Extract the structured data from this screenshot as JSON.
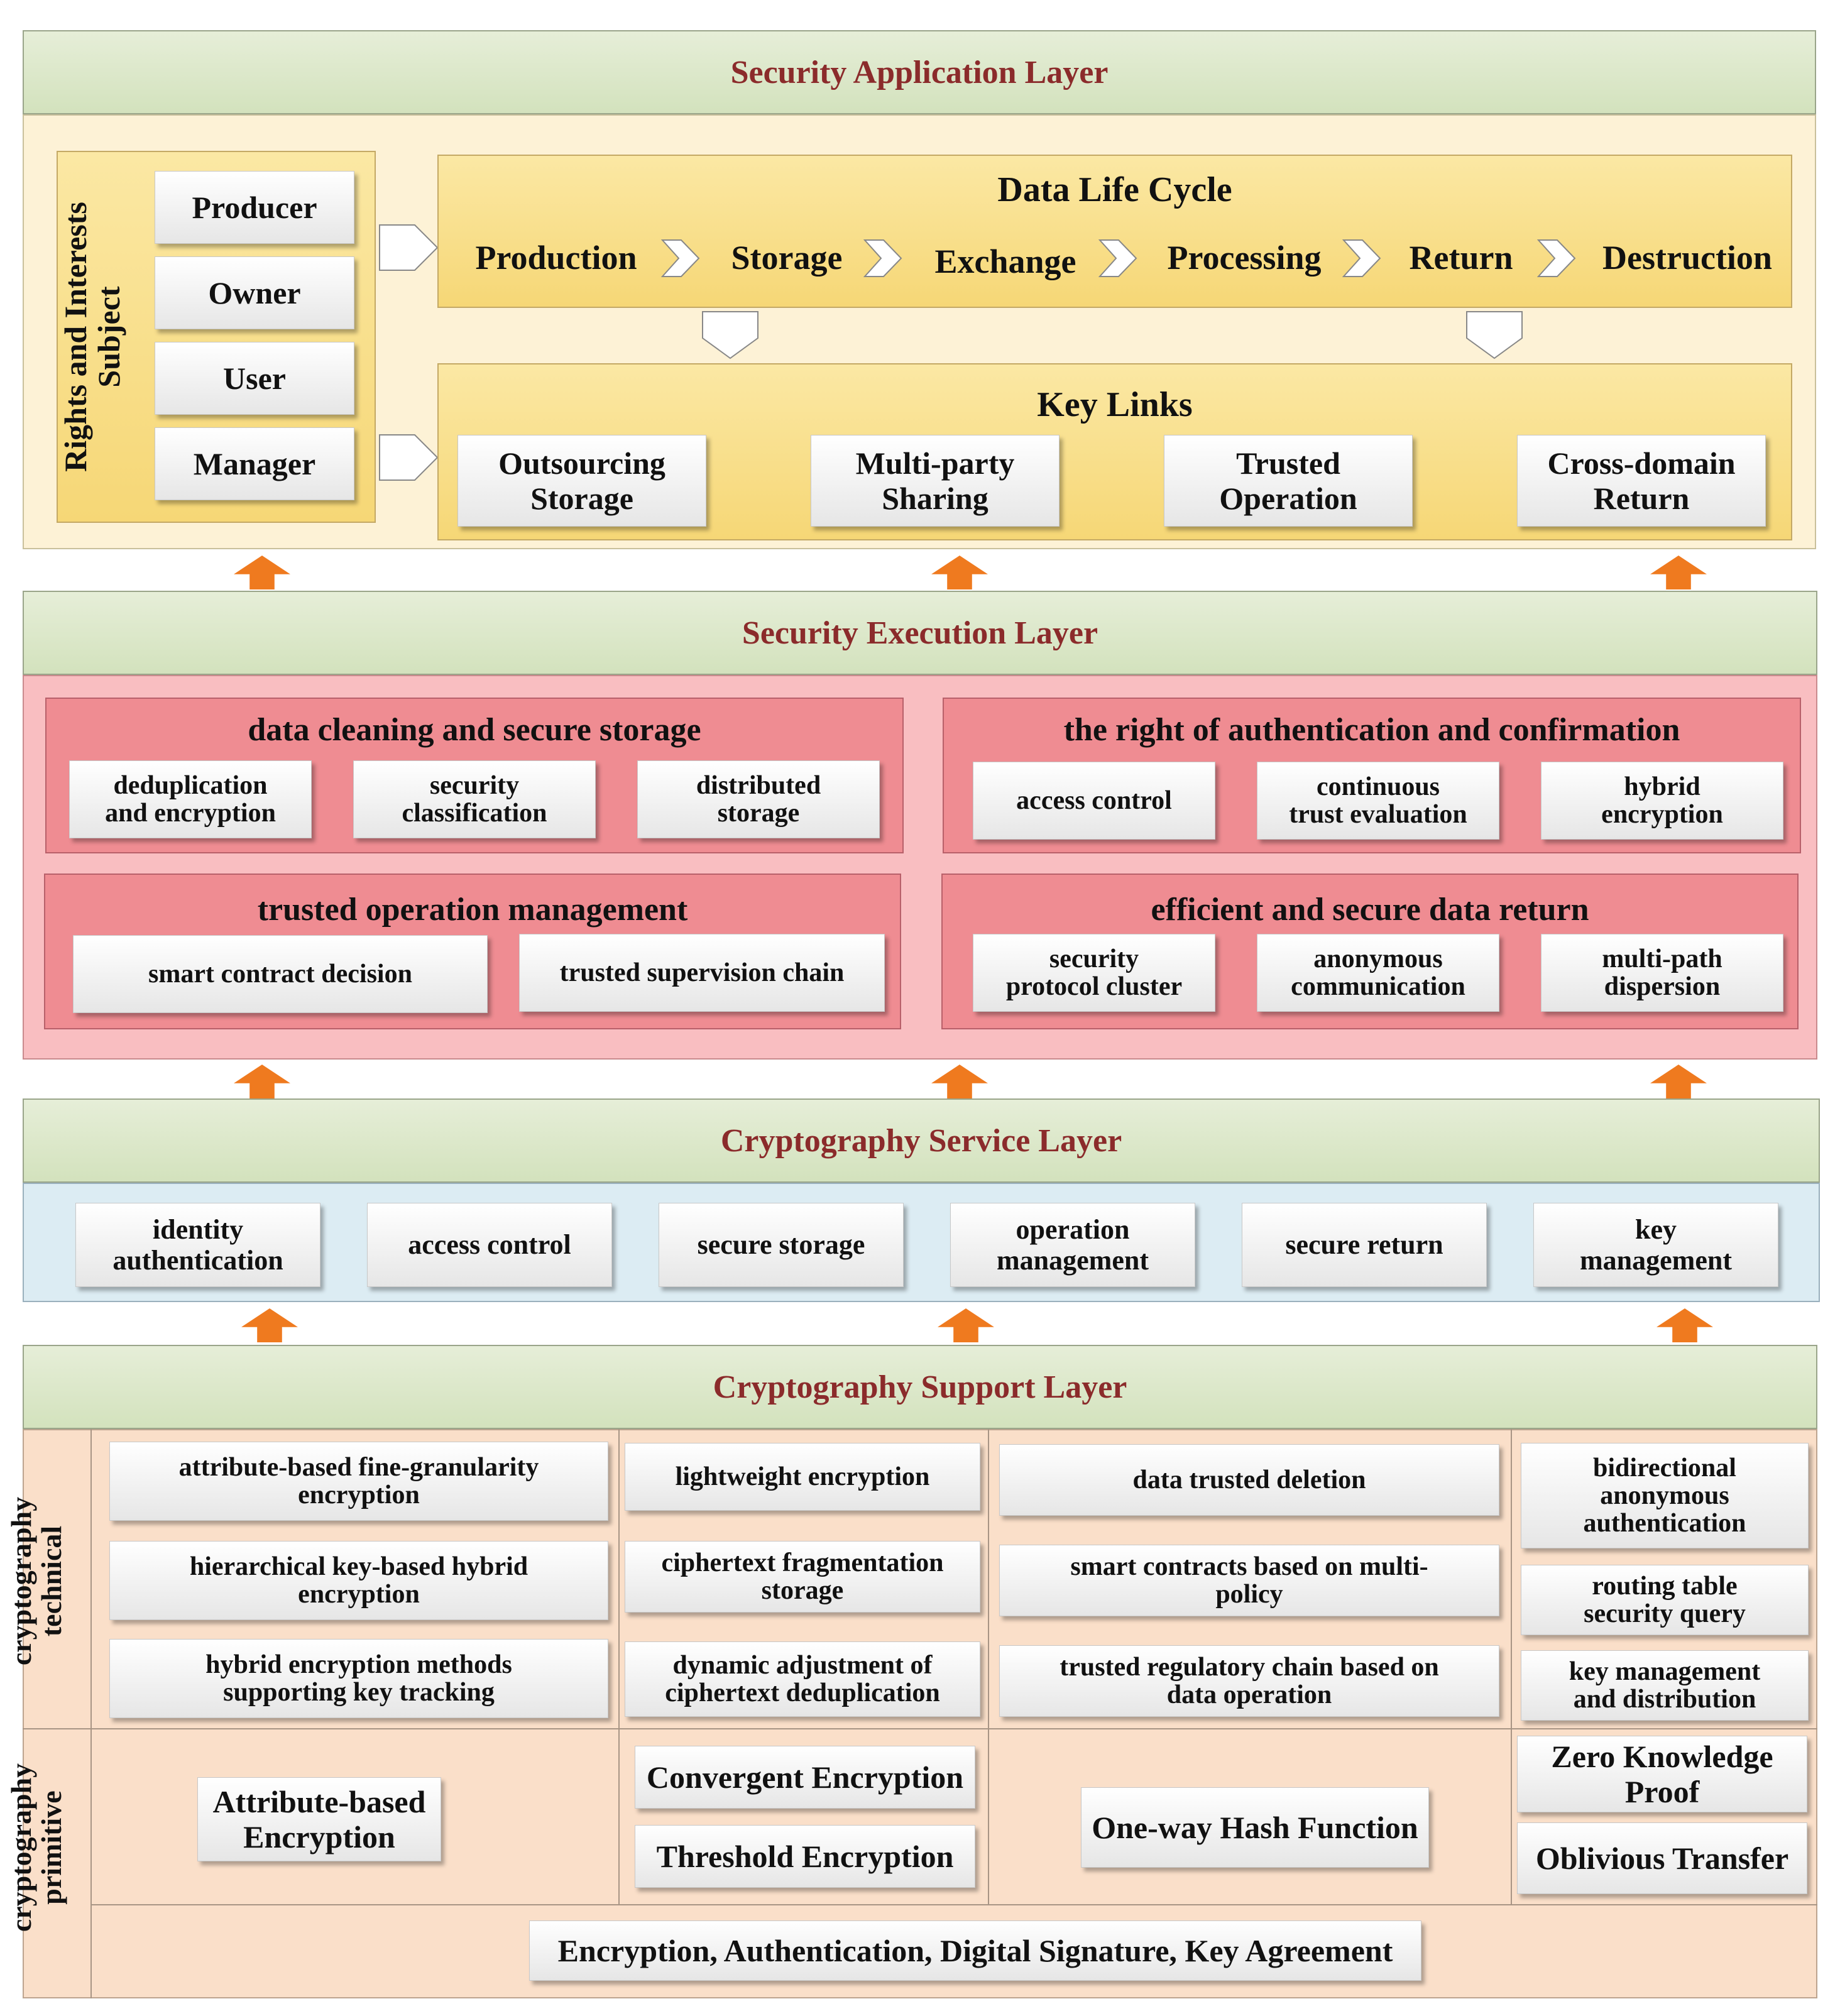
{
  "application_layer": {
    "title": "Security Application Layer",
    "subject_label": "Rights and Interests\nSubject",
    "subjects": [
      "Producer",
      "Owner",
      "User",
      "Manager"
    ],
    "data_life_cycle": {
      "title": "Data Life Cycle",
      "stages": [
        "Production",
        "Storage",
        "Exchange",
        "Processing",
        "Return",
        "Destruction"
      ]
    },
    "key_links": {
      "title": "Key Links",
      "items": [
        "Outsourcing\nStorage",
        "Multi-party\nSharing",
        "Trusted\nOperation",
        "Cross-domain\nReturn"
      ]
    }
  },
  "execution_layer": {
    "title": "Security Execution Layer",
    "groups": [
      {
        "title": "data cleaning and secure storage",
        "items": [
          "deduplication\nand encryption",
          "security\nclassification",
          "distributed\nstorage"
        ]
      },
      {
        "title": "the right of authentication and confirmation",
        "items": [
          "access control",
          "continuous\ntrust evaluation",
          "hybrid\nencryption"
        ]
      },
      {
        "title": "trusted operation  management",
        "items": [
          "smart contract decision",
          "trusted supervision chain"
        ]
      },
      {
        "title": "efficient and secure data return",
        "items": [
          "security\nprotocol cluster",
          "anonymous\ncommunication",
          "multi-path\ndispersion"
        ]
      }
    ]
  },
  "service_layer": {
    "title": "Cryptography Service Layer",
    "items": [
      "identity\nauthentication",
      "access control",
      "secure storage",
      "operation\nmanagement",
      "secure return",
      "key\nmanagement"
    ]
  },
  "support_layer": {
    "title": "Cryptography Support Layer",
    "technical_label": "cryptography\ntechnical",
    "primitive_label": "cryptography\nprimitive",
    "technical_columns": [
      [
        "attribute-based fine-granularity\nencryption",
        "hierarchical key-based hybrid\nencryption",
        "hybrid encryption methods\nsupporting key tracking"
      ],
      [
        "lightweight encryption",
        "ciphertext fragmentation\nstorage",
        "dynamic adjustment of\nciphertext deduplication"
      ],
      [
        "data trusted deletion",
        "smart contracts based on multi-\npolicy",
        "trusted regulatory chain based on\ndata operation"
      ],
      [
        "bidirectional\nanonymous\nauthentication",
        "routing table\nsecurity query",
        "key management\nand distribution"
      ]
    ],
    "primitive_columns": [
      [
        "Attribute-based\nEncryption"
      ],
      [
        "Convergent Encryption",
        "Threshold Encryption"
      ],
      [
        "One-way Hash Function"
      ],
      [
        "Zero Knowledge\nProof",
        "Oblivious Transfer"
      ]
    ],
    "primitive_base": "Encryption, Authentication, Digital Signature, Key Agreement"
  }
}
